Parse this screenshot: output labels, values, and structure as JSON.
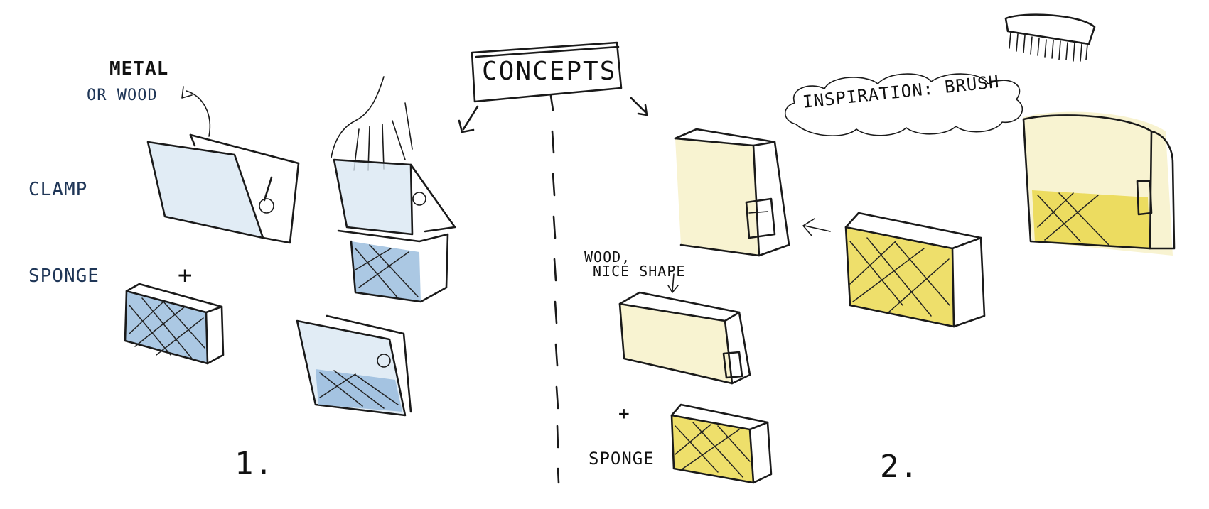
{
  "title": "CONCEPTS",
  "concept1": {
    "number": "1.",
    "material_note_line1": "METAL",
    "material_note_line2": "OR WOOD",
    "clamp_label": "CLAMP",
    "plus": "+",
    "sponge_label": "SPONGE"
  },
  "concept2": {
    "number": "2.",
    "inspiration": "INSPIRATION: BRUSH",
    "wood_note_line1": "WOOD,",
    "wood_note_line2": "NICE SHAPE",
    "plus": "+",
    "sponge_label": "SPONGE"
  },
  "colors": {
    "concept1_accent": "#8fb6d9",
    "concept2_accent": "#e8d43a",
    "ink": "#1a1a1a"
  }
}
